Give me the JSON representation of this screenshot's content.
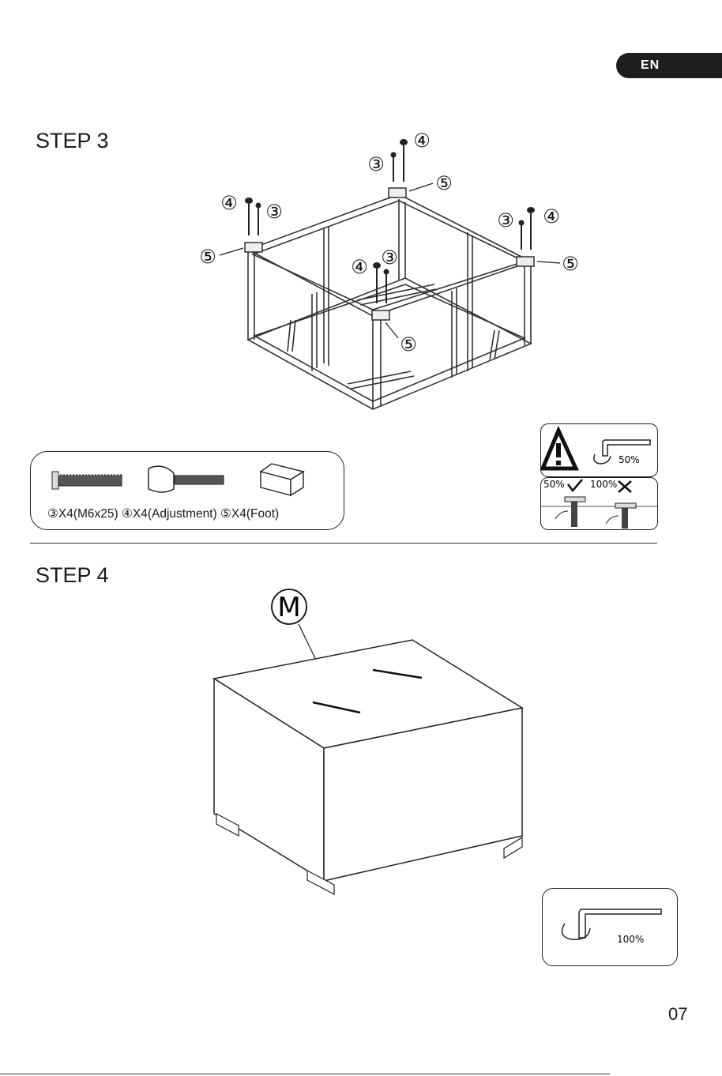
{
  "language_tab": "EN",
  "step3": {
    "title": "STEP 3",
    "callouts": {
      "three": "③",
      "four": "④",
      "five": "⑤"
    },
    "parts_caption": "③X4(M6x25) ④X4(Adjustment) ⑤X4(Foot)",
    "icons": [
      "screw-icon",
      "adjustment-bolt-icon",
      "foot-cap-icon"
    ]
  },
  "warning_panel": {
    "torque_label": "50%",
    "check_label_left": "50%",
    "check_label_right": "100%",
    "icons": [
      "warning-triangle-icon",
      "hex-key-icon",
      "check-icon",
      "cross-icon"
    ]
  },
  "step4": {
    "title": "STEP 4",
    "callout": "M",
    "torque_label": "100%"
  },
  "page_number": "07"
}
